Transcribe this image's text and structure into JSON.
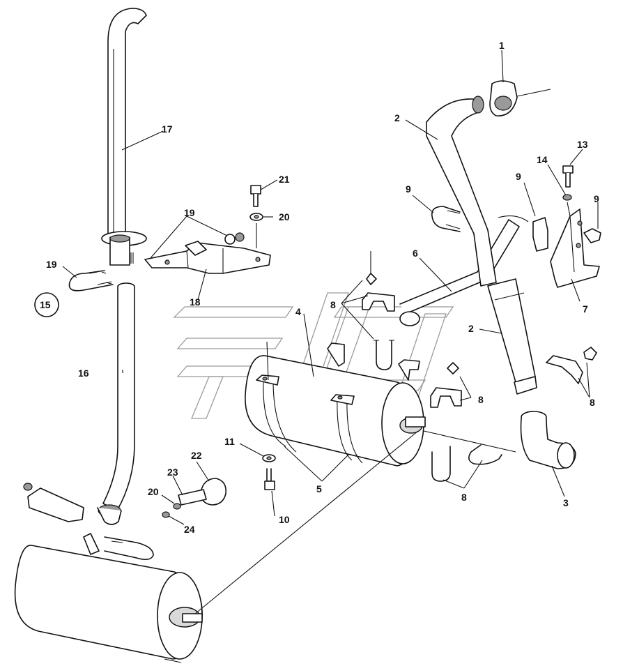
{
  "diagram": {
    "type": "exploded-parts-diagram",
    "part_labels": [
      {
        "id": "p1",
        "text": "1"
      },
      {
        "id": "p2a",
        "text": "2"
      },
      {
        "id": "p2b",
        "text": "2"
      },
      {
        "id": "p3",
        "text": "3"
      },
      {
        "id": "p4",
        "text": "4"
      },
      {
        "id": "p5",
        "text": "5"
      },
      {
        "id": "p6",
        "text": "6"
      },
      {
        "id": "p7",
        "text": "7"
      },
      {
        "id": "p8a",
        "text": "8"
      },
      {
        "id": "p8b",
        "text": "8"
      },
      {
        "id": "p8c",
        "text": "8"
      },
      {
        "id": "p8d",
        "text": "8"
      },
      {
        "id": "p9a",
        "text": "9"
      },
      {
        "id": "p9b",
        "text": "9"
      },
      {
        "id": "p9c",
        "text": "9"
      },
      {
        "id": "p10",
        "text": "10"
      },
      {
        "id": "p11",
        "text": "11"
      },
      {
        "id": "p13",
        "text": "13"
      },
      {
        "id": "p14",
        "text": "14"
      },
      {
        "id": "p15",
        "text": "15"
      },
      {
        "id": "p16",
        "text": "16"
      },
      {
        "id": "p17",
        "text": "17"
      },
      {
        "id": "p18",
        "text": "18"
      },
      {
        "id": "p19a",
        "text": "19"
      },
      {
        "id": "p19b",
        "text": "19"
      },
      {
        "id": "p20a",
        "text": "20"
      },
      {
        "id": "p20b",
        "text": "20"
      },
      {
        "id": "p21",
        "text": "21"
      },
      {
        "id": "p22",
        "text": "22"
      },
      {
        "id": "p23",
        "text": "23"
      },
      {
        "id": "p24",
        "text": "24"
      }
    ],
    "colors": {
      "line": "#111111",
      "watermark": "#9a9a9a",
      "background": "#ffffff"
    }
  }
}
